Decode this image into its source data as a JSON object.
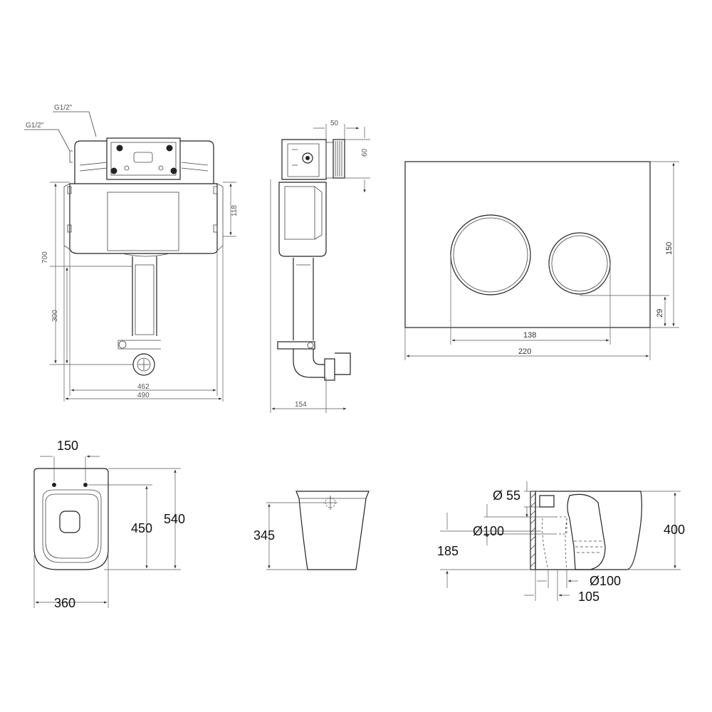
{
  "cistern_front": {
    "labels": {
      "inlet_top": "G1/2\"",
      "inlet_side": "G1/2\""
    },
    "dims": {
      "height_total": "700",
      "height_lower": "300",
      "width_inner": "462",
      "width_outer": "490",
      "frame_slot": "118"
    }
  },
  "cistern_side": {
    "dims": {
      "depth_pipe": "50",
      "pipe_height": "60",
      "depth_total": "154"
    }
  },
  "flush_plate": {
    "dims": {
      "height": "150",
      "button_offset": "29",
      "buttons_span": "138",
      "width": "220"
    }
  },
  "toilet_top": {
    "dims": {
      "bolt_spacing": "150",
      "length_bolts": "450",
      "length": "540",
      "width": "360"
    }
  },
  "toilet_back": {
    "dims": {
      "inlet_height": "345"
    }
  },
  "toilet_side": {
    "dims": {
      "inlet_dia": "Ø 55",
      "outlet_dia": "Ø100",
      "outlet_height": "185",
      "height": "400",
      "floor_outlet_dia": "Ø100",
      "outlet_wall_distance": "105"
    }
  },
  "colors": {
    "line": "#222222",
    "dimension": "#555555"
  }
}
